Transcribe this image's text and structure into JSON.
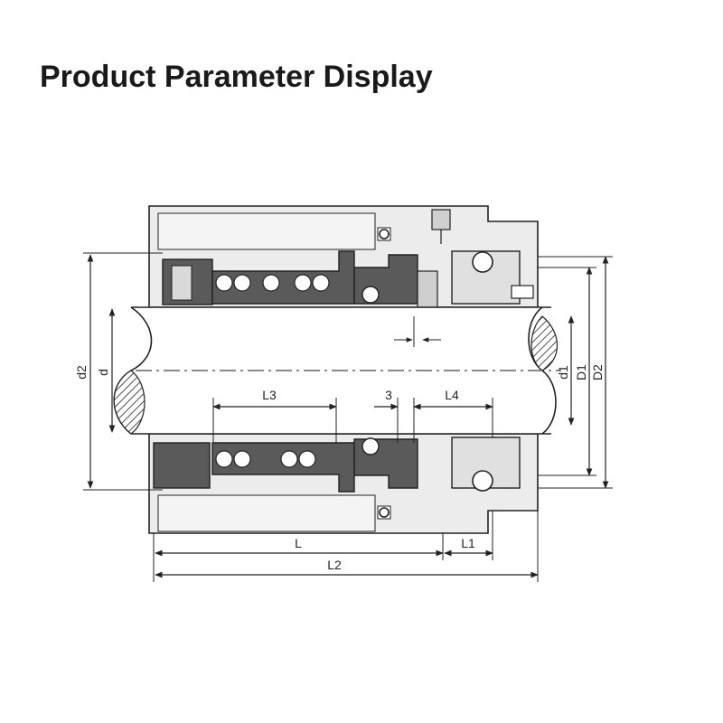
{
  "title": "Product Parameter Display",
  "diagram": {
    "labels": {
      "d2": "d2",
      "d": "d",
      "d1": "d1",
      "D1": "D1",
      "D2": "D2",
      "L3": "L3",
      "three": "3",
      "L4": "L4",
      "L": "L",
      "L1": "L1",
      "L2": "L2"
    },
    "colors": {
      "line": "#222222",
      "dark_fill": "#5a5a5a",
      "light_fill": "#e6e6e6",
      "mid_fill": "#cfcfcf"
    }
  }
}
